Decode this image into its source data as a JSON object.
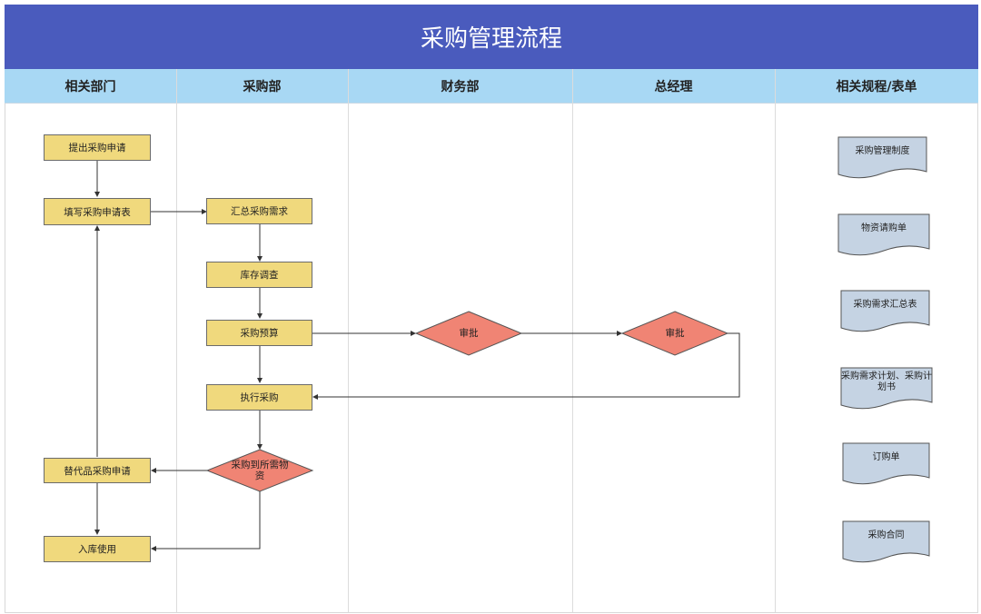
{
  "title": "采购管理流程",
  "columns": [
    "相关部门",
    "采购部",
    "财务部",
    "总经理",
    "相关规程/表单"
  ],
  "process_boxes": {
    "submit_request": "提出采购申请",
    "fill_form": "填写采购申请表",
    "summarize": "汇总采购需求",
    "inventory_check": "库存调查",
    "budget": "采购预算",
    "execute": "执行采购",
    "substitute": "替代品采购申请",
    "warehouse": "入库使用"
  },
  "decisions": {
    "finance_approve": "审批",
    "gm_approve": "审批",
    "obtained": "采购到所需物资"
  },
  "documents": [
    "采购管理制度",
    "物资请购单",
    "采购需求汇总表",
    "采购需求计划、采购计划书",
    "订购单",
    "采购合同"
  ],
  "colors": {
    "title_bg": "#4a5bbd",
    "header_bg": "#a8d8f4",
    "process": "#f0d97d",
    "decision": "#f08474",
    "document": "#c5d3e3"
  }
}
